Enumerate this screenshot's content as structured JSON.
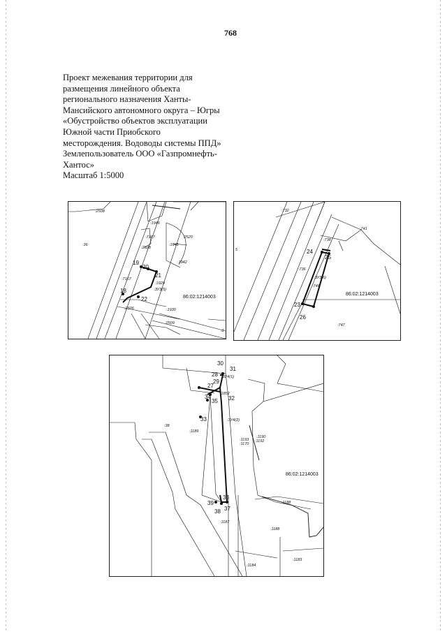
{
  "page_number": "768",
  "title_lines": [
    "Проект межевания территории для",
    "размещения линейного объекта",
    "регионального назначения Ханты-",
    "Мансийского автономного округа – Югры",
    "«Обустройство объектов эксплуатации",
    "Южной части Приобского",
    "месторождения. Водоводы системы ППД»",
    "Землепользователь  ООО «Газпромнефть-",
    "Хантос»",
    "Масштаб 1:5000"
  ],
  "map1": {
    "labels": [
      ":2508",
      ":36",
      ":1946",
      ":7167",
      ":1941",
      ":2520",
      ":2528",
      ":1942",
      ":7167",
      ":1929",
      ":ЗУ3(5)",
      ":2506",
      ":1930",
      ":2509",
      ":2"
    ],
    "points": [
      "19",
      "20",
      "21",
      "18",
      "22"
    ],
    "cadastral": "86:02:1214003"
  },
  "map2": {
    "labels": [
      ":732",
      ":741",
      ":738",
      ":736",
      ":ЗУ3(6)",
      ":746",
      ":747",
      "5"
    ],
    "points": [
      "24",
      "25",
      "23",
      "26"
    ],
    "cadastral": "86:02:1214003"
  },
  "map3": {
    "labels": [
      ":ЗУ4(1)",
      ":1852",
      ":38",
      ":1189",
      ":ЗУ4(2)",
      ":1190",
      ":1192",
      ":1193",
      ":1170",
      ":1188",
      ":1187",
      ":1188",
      ":1184",
      ":1183"
    ],
    "points": [
      "30",
      "31",
      "28",
      "29",
      "27",
      "34",
      "35",
      "32",
      "33",
      "36",
      "39",
      "38",
      "37"
    ],
    "cadastral": "86:02:1214003"
  }
}
